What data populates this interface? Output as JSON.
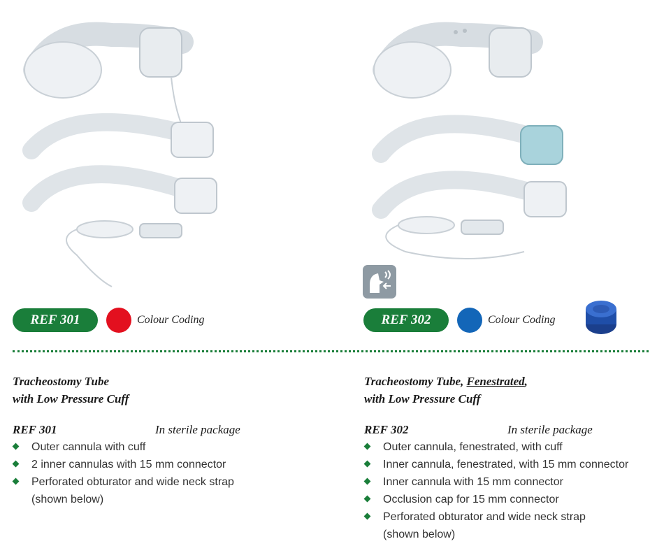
{
  "left": {
    "ref_badge": "REF 301",
    "colour_label": "Colour Coding",
    "colour": "#e3101f",
    "title_line1": "Tracheostomy Tube",
    "title_line2": "with Low Pressure Cuff",
    "ref": "REF 301",
    "package": "In sterile package",
    "items": [
      "Outer cannula with cuff",
      "2 inner cannulas with 15 mm connector",
      "Perforated obturator and wide neck strap",
      "(shown below)"
    ]
  },
  "right": {
    "ref_badge": "REF 302",
    "colour_label": "Colour Coding",
    "colour": "#1366b8",
    "title_part1": "Tracheostomy Tube, ",
    "title_underlined": "Fenestrated",
    "title_part2": ",",
    "title_line2": "with Low Pressure Cuff",
    "ref": "REF 302",
    "package": "In sterile package",
    "items": [
      "Outer cannula, fenestrated, with cuff",
      "Inner cannula, fenestrated, with 15 mm connector",
      "Inner cannula with 15 mm connector",
      "Occlusion cap for 15 mm connector",
      "Perforated obturator and wide neck strap",
      "(shown below)"
    ]
  },
  "accent_color": "#1a7e3a",
  "icons": {
    "speech_valve": "speaking-valve-icon",
    "occlusion_cap": "occlusion-cap-icon"
  }
}
